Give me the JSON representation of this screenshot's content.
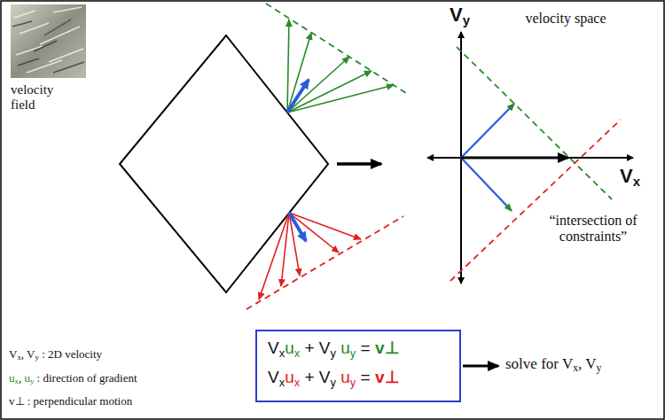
{
  "diagram": {
    "nodes": [
      {
        "text": [
          "Vxux + Vy uy = v⊥",
          "Vxux + Vy uy = v⊥"
        ]
      }
    ],
    "labels": [
      "velocity field",
      "Vy",
      "velocity space",
      "Vx",
      "“intersection of constraints”",
      "Vx, Vy : 2D velocity",
      "ux, uy : direction of gradient",
      "v⊥ : perpendicular motion",
      "solve for Vx, Vy"
    ]
  }
}
